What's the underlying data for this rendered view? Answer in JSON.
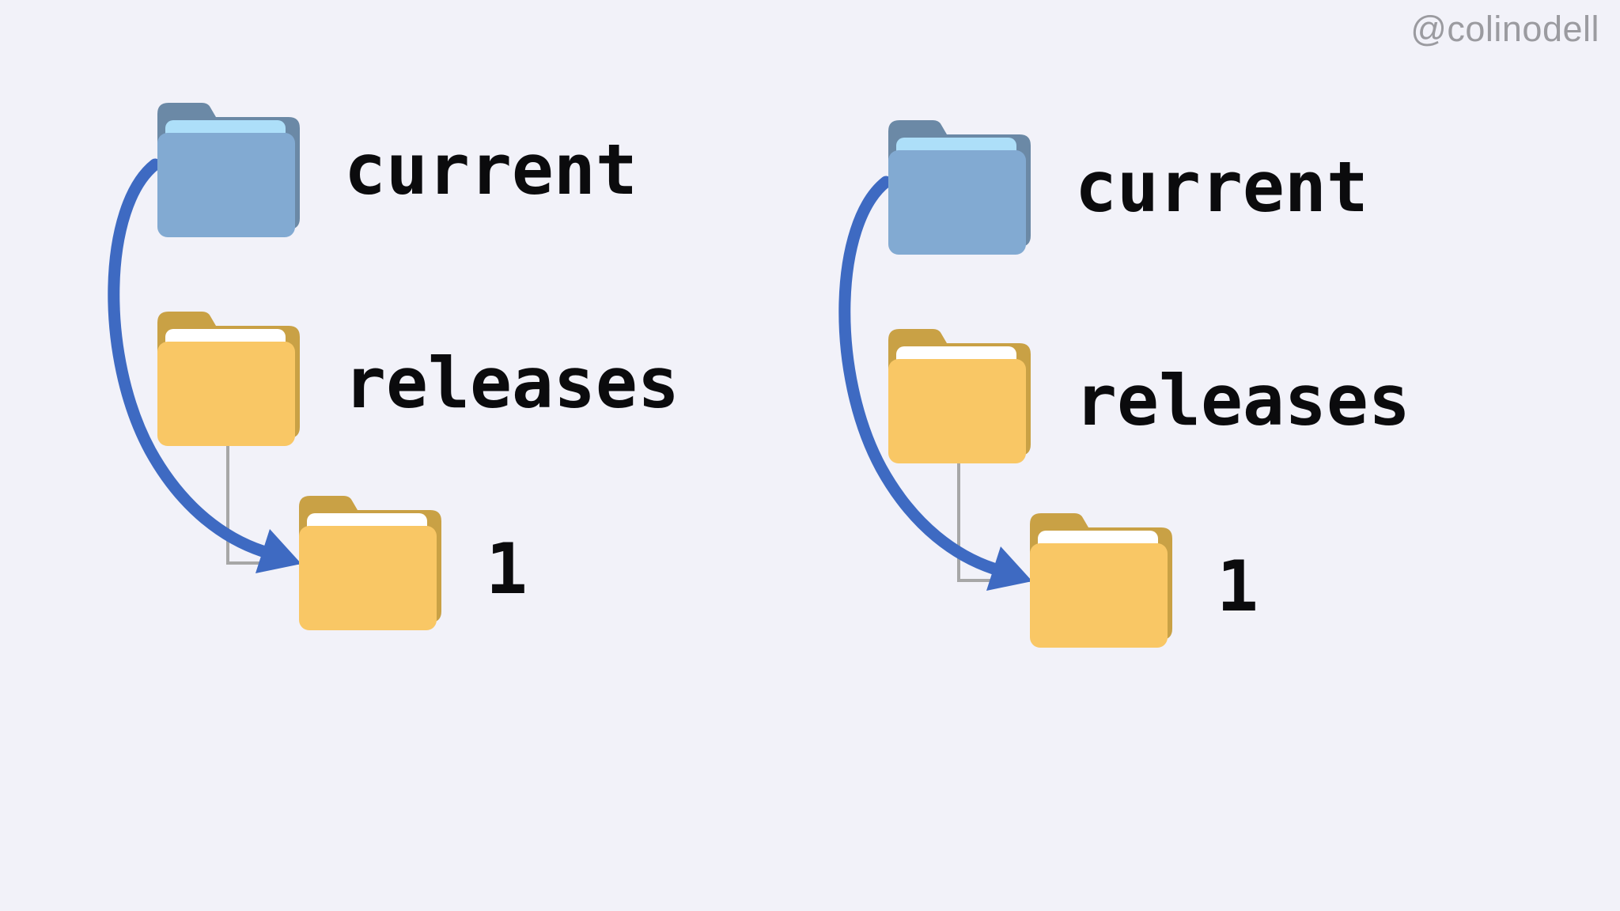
{
  "watermark": "@colinodell",
  "colors": {
    "background": "#f2f2f9",
    "arrow_blue": "#3e6ac2",
    "connector_gray": "#a7a7a7",
    "label_text": "#0b0b0d",
    "watermark_gray": "#9b9ba0",
    "blue_folder": {
      "front": "#82aad2",
      "back": "#6b89a6",
      "paper": "#addff9"
    },
    "yellow_folder": {
      "front": "#f9c765",
      "back": "#c9a145",
      "paper": "#ffffff"
    }
  },
  "diagrams": [
    {
      "id": "left",
      "nodes": [
        {
          "label": "current",
          "folder_color": "blue"
        },
        {
          "label": "releases",
          "folder_color": "yellow"
        },
        {
          "label": "1",
          "folder_color": "yellow"
        }
      ],
      "arrow": {
        "from": "current",
        "to": "1"
      },
      "tree_edge": {
        "from": "releases",
        "to": "1"
      }
    },
    {
      "id": "right",
      "nodes": [
        {
          "label": "current",
          "folder_color": "blue"
        },
        {
          "label": "releases",
          "folder_color": "yellow"
        },
        {
          "label": "1",
          "folder_color": "yellow"
        }
      ],
      "arrow": {
        "from": "current",
        "to": "1"
      },
      "tree_edge": {
        "from": "releases",
        "to": "1"
      }
    }
  ]
}
